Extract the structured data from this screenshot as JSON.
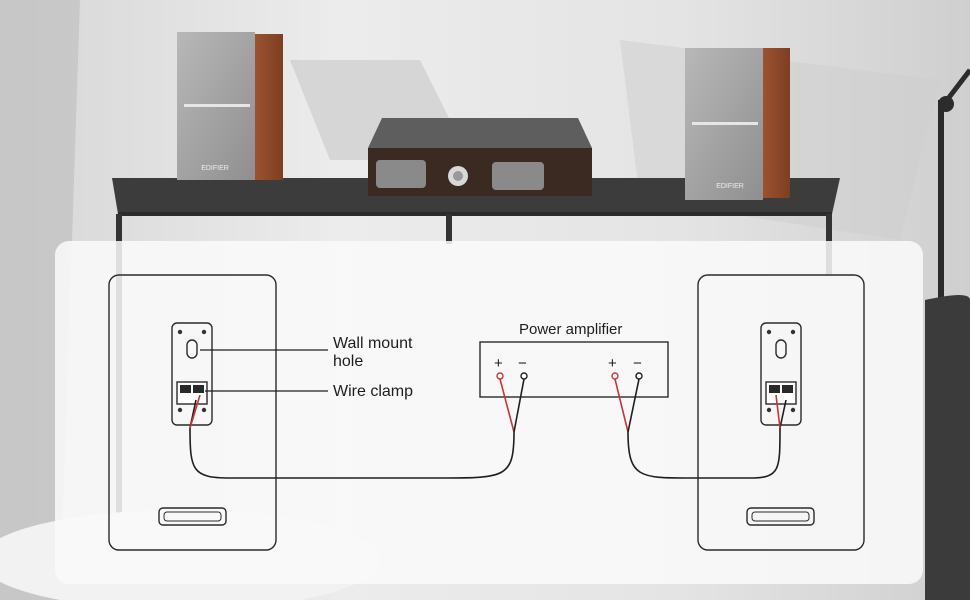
{
  "diagram": {
    "labels": {
      "wall_mount_line1": "Wall mount",
      "wall_mount_line2": "hole",
      "wire_clamp": "Wire clamp",
      "power_amplifier": "Power amplifier"
    },
    "terminals": {
      "plus": "+",
      "minus": "−"
    }
  },
  "scene": {
    "speaker_brand": "EDIFIER"
  },
  "colors": {
    "wire_red": "#c8343a",
    "wire_black": "#1f1f1f",
    "outline": "#2a2a2a",
    "wood": "#9a4f2e",
    "grille": "#a9a9a9",
    "shelf": "#3a3a3a"
  }
}
